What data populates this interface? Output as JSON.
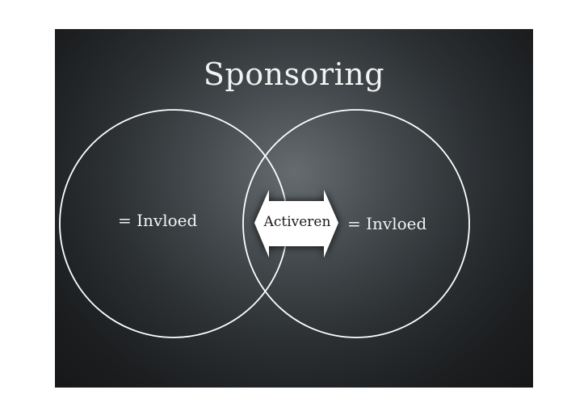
{
  "slide": {
    "title": "Sponsoring",
    "left_label": "= Invloed",
    "right_label": "= Invloed",
    "center_label": "Activeren"
  },
  "colors": {
    "background_center": "#656c6f",
    "background_edge": "#161718",
    "outline": "#ffffff",
    "text": "#f2f2f2",
    "arrow_fill": "#ffffff"
  },
  "icons": {
    "center_arrow": "double-headed-arrow-icon"
  }
}
